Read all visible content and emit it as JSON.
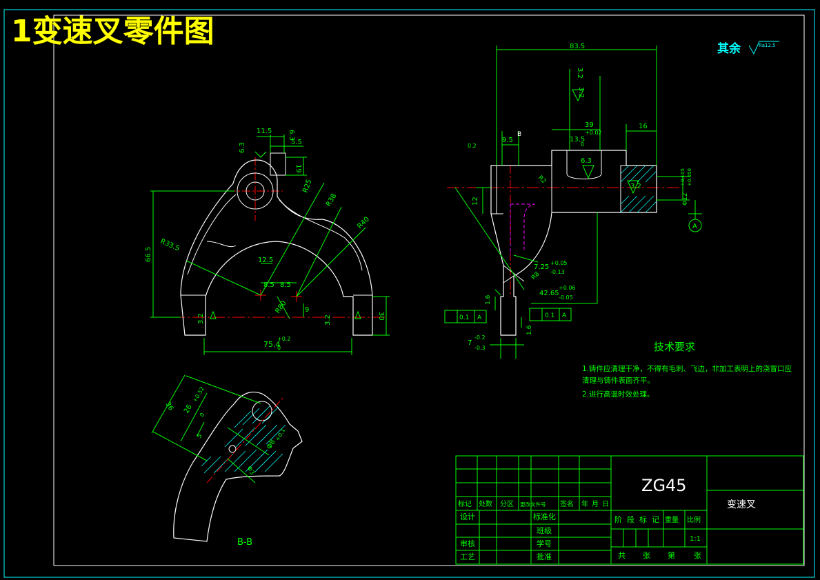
{
  "header": {
    "title": "1变速叉零件图",
    "roughness_note": "其余",
    "roughness_value": "Ra12.5"
  },
  "views": {
    "section_label": "B-B",
    "section_mark": "B",
    "datum_label": "A"
  },
  "dimensions": {
    "front": [
      "11.5",
      "6.3",
      "5.5",
      "6.3",
      "19",
      "R25",
      "R38",
      "R40",
      "R33.5",
      "66.5",
      "12.5",
      "8.5",
      "8.5",
      "R80",
      "9",
      "3.2",
      "3.2",
      "30",
      "75.4",
      "+0.2",
      "0"
    ],
    "side": [
      "83.5",
      "3.2",
      "3.2",
      "39",
      "+0.02",
      "13.5",
      "0",
      "16",
      "6.3",
      "3.2",
      "0.2",
      "9.5",
      "12",
      "R2",
      "7.25",
      "+0.05",
      "-0.13",
      "R8",
      "42.65",
      "+0.06",
      "-0.05",
      "1.6",
      "1.6",
      "7",
      "-0.2",
      "-0.3",
      "0.1",
      "A",
      "0.1",
      "A",
      "Φ12",
      "+0.105",
      "+0.050"
    ],
    "section": [
      "36",
      "26",
      "+0.52",
      "0",
      "5",
      "Φ8",
      "+0.1",
      "Φ3"
    ]
  },
  "tech_req": {
    "heading": "技术要求",
    "line1": "1.铸件应清理干净，不得有毛刺、飞边，非加工表明上的浇冒口应",
    "line2": "清理与铸件表面齐平。",
    "line3": "2.进行高温时效处理。"
  },
  "title_block": {
    "material": "ZG45",
    "part_name": "变速叉",
    "rev_headers": [
      "标记",
      "处数",
      "分区",
      "更改文件号",
      "签名",
      "年",
      "月",
      "日"
    ],
    "rows_left": [
      "设计",
      "审核",
      "工艺"
    ],
    "rows_mid": [
      "标准化",
      "班级",
      "学号",
      "批准"
    ],
    "stage_headers": [
      "阶",
      "段",
      "标",
      "记",
      "重量",
      "比例"
    ],
    "scale": "1:1",
    "sheet": [
      "共",
      "张",
      "第",
      "张"
    ]
  },
  "colors": {
    "frame": "#00ffff",
    "outline": "#ffffff",
    "dimension": "#00ff00",
    "center": "#ff0000",
    "hatch": "#00ffff",
    "hidden": "#ff00ff",
    "title": "#ffff00"
  }
}
